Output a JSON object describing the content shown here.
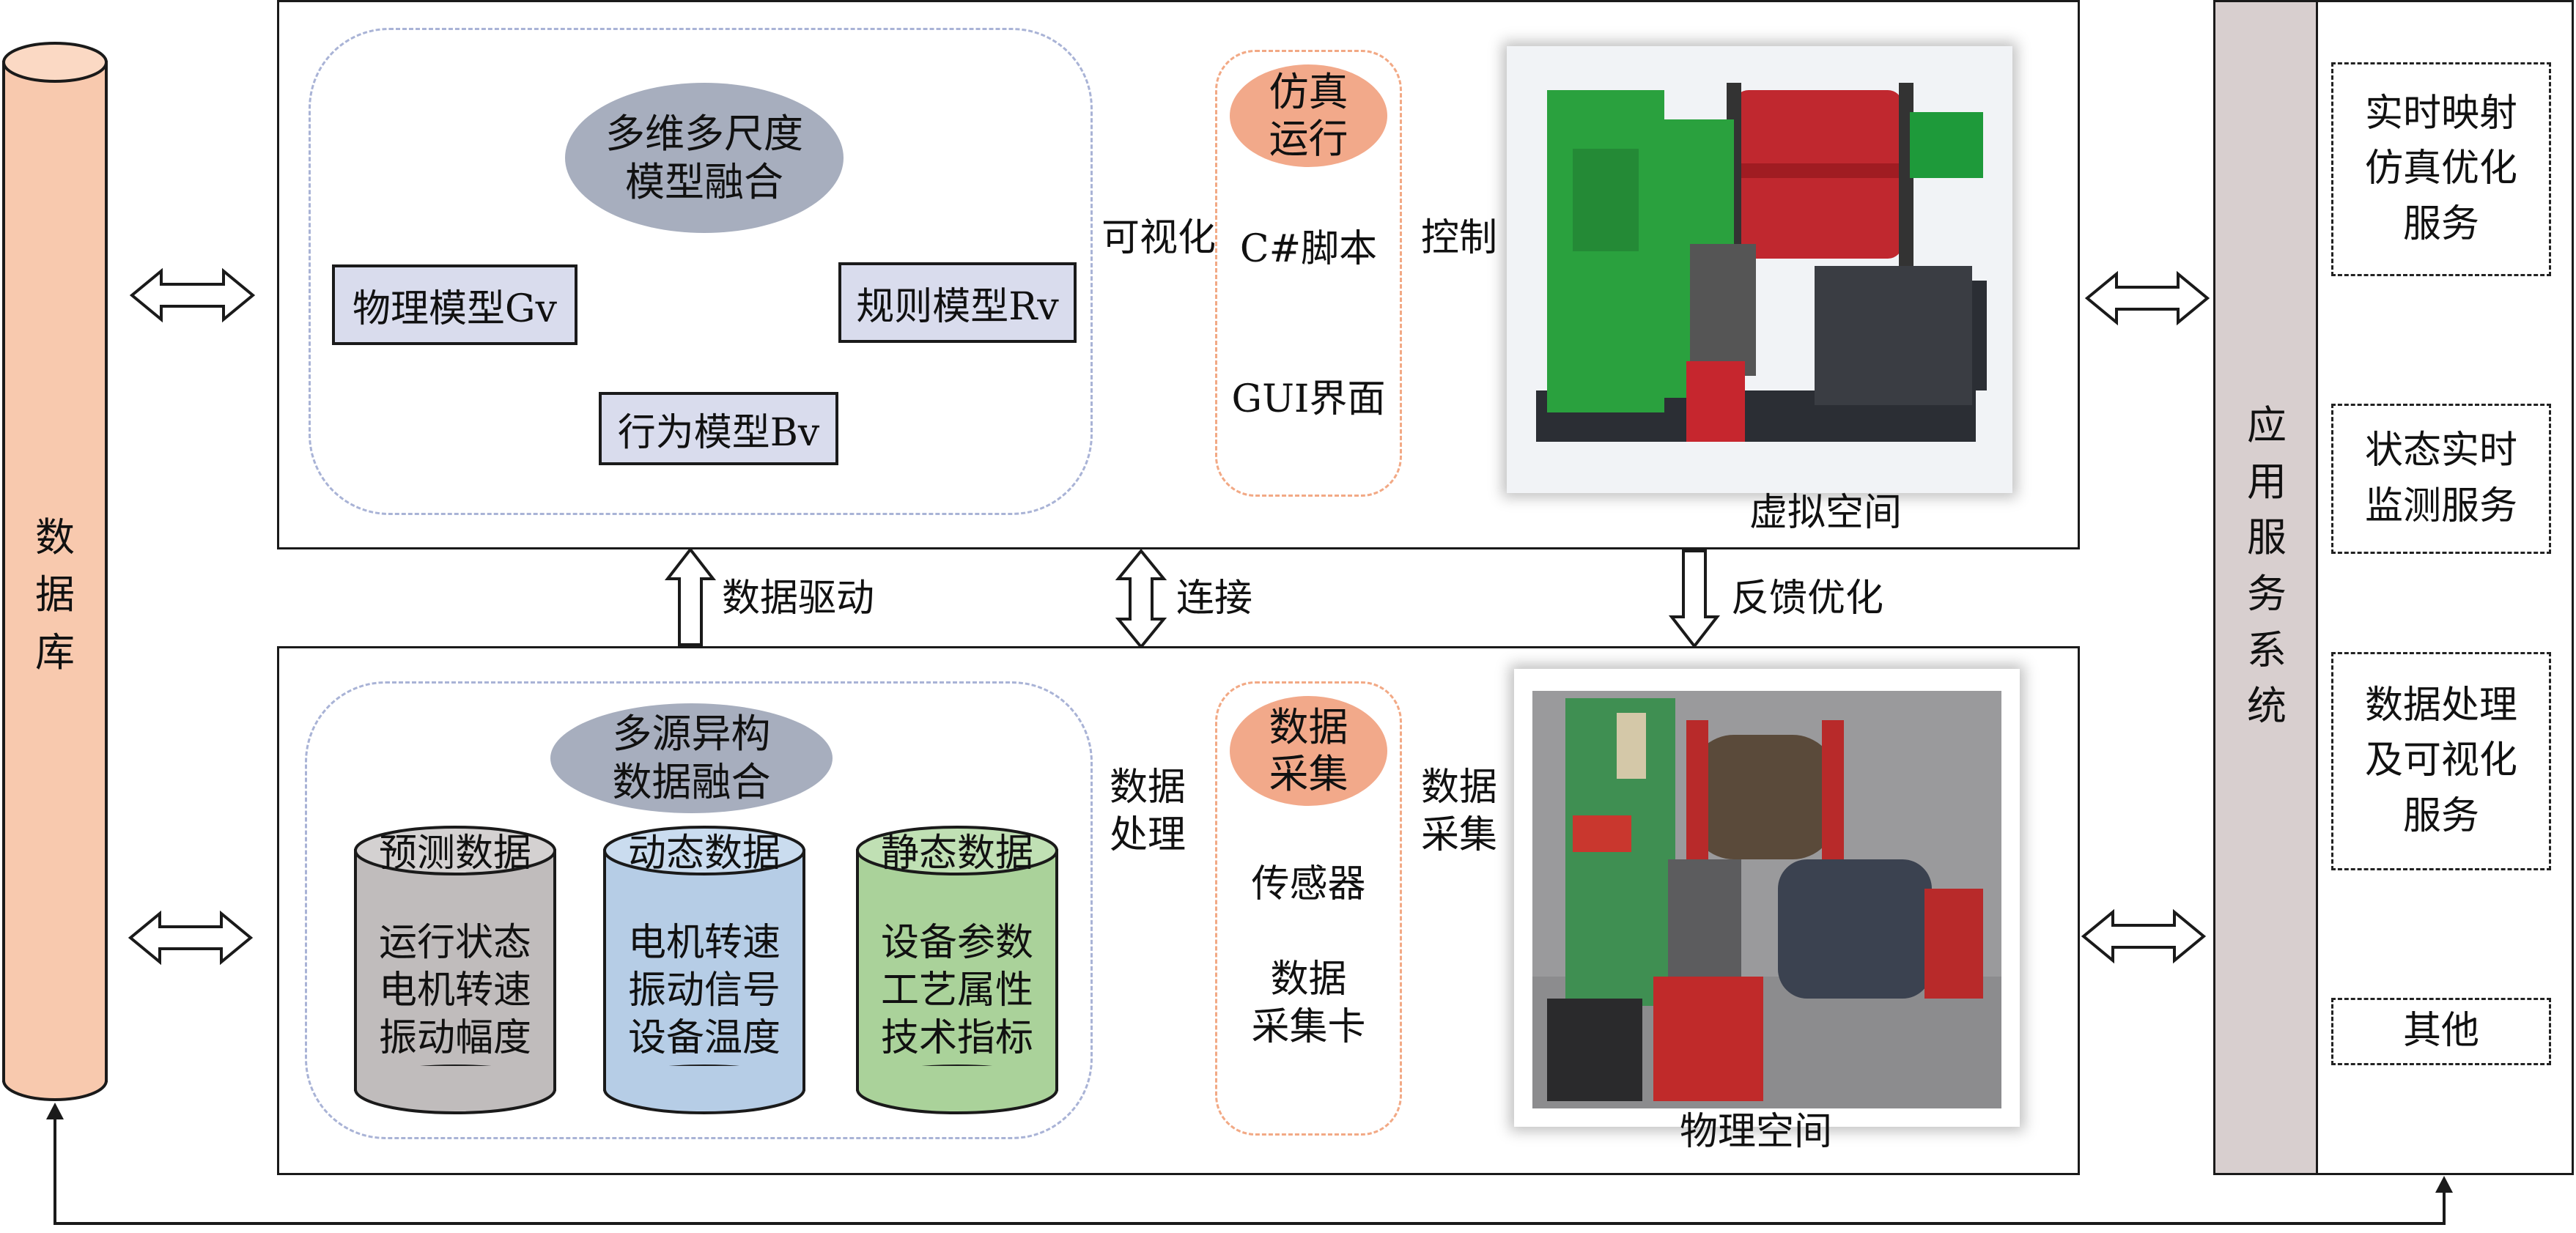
{
  "database": {
    "label": "数据库"
  },
  "app_system": {
    "label": "应用服务系统"
  },
  "services": [
    {
      "label": "实时映射\n仿真优化\n服务"
    },
    {
      "label": "状态实时\n监测服务"
    },
    {
      "label": "数据处理\n及可视化\n服务"
    },
    {
      "label": "其他"
    }
  ],
  "virtual": {
    "fusion_label": "多维多尺度\n模型融合",
    "physical_model": "物理模型Gv",
    "rule_model": "规则模型Rv",
    "behavior_model": "行为模型Bv",
    "visualize_label": "可视化",
    "sim_run_label": "仿真\n运行",
    "script_label": "C#脚本",
    "gui_label": "GUI界面",
    "control_label": "控制",
    "space_label": "虚拟空间"
  },
  "links": {
    "data_driven": "数据驱动",
    "connect": "连接",
    "feedback": "反馈优化"
  },
  "physical": {
    "fusion_label": "多源异构\n数据融合",
    "cylinders": [
      {
        "title": "预测数据",
        "items": [
          "运行状态",
          "电机转速",
          "振动幅度"
        ],
        "color": "#c0bcbc"
      },
      {
        "title": "动态数据",
        "items": [
          "电机转速",
          "振动信号",
          "设备温度"
        ],
        "color": "#b6cde6"
      },
      {
        "title": "静态数据",
        "items": [
          "设备参数",
          "工艺属性",
          "技术指标"
        ],
        "color": "#aad29a"
      }
    ],
    "process_label": "数据\n处理",
    "collect_label": "数据\n采集",
    "sensor_label": "传感器",
    "card_label": "数据\n采集卡",
    "collect_arrow_label": "数据\n采集",
    "space_label": "物理空间"
  }
}
